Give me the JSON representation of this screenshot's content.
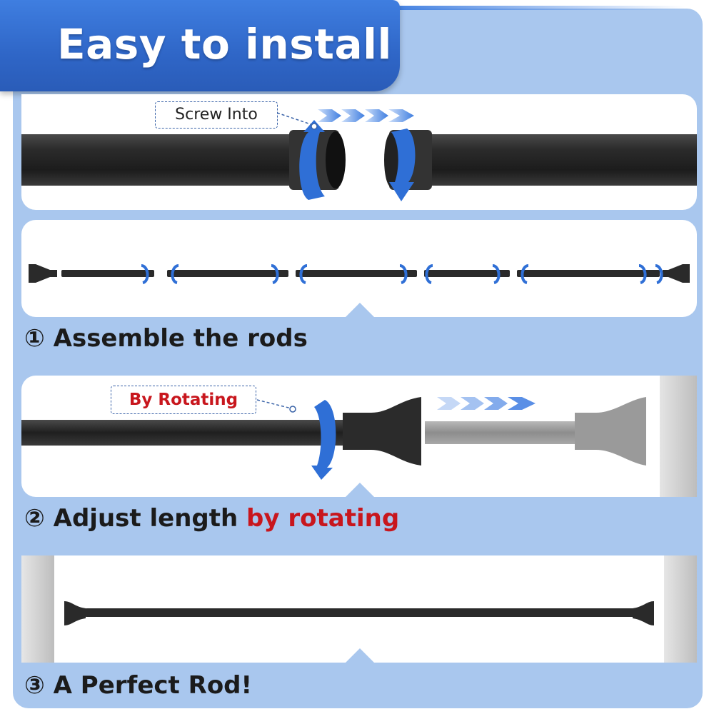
{
  "header": {
    "title": "Easy to install"
  },
  "callouts": {
    "screw_into": "Screw Into",
    "by_rotating": "By Rotating"
  },
  "steps": [
    {
      "number": "①",
      "text": "Assemble the rods",
      "highlight": ""
    },
    {
      "number": "②",
      "text": "Adjust length",
      "highlight": "by rotating"
    },
    {
      "number": "③",
      "text": "A Perfect Rod!",
      "highlight": ""
    }
  ],
  "colors": {
    "accent_blue": "#2f66c7",
    "panel_bg": "#a9c7ee",
    "highlight_red": "#c8161d",
    "rod_black": "#2a2a2a"
  }
}
